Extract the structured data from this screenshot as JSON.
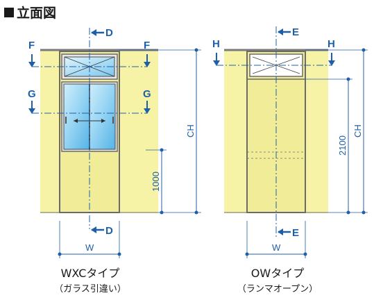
{
  "heading": "立面図",
  "colors": {
    "wall": "#f6f3a6",
    "door": "#f0ec98",
    "glass": "#7cc7ee",
    "glass_light": "#cfeefc",
    "frame": "#707070",
    "dimension": "#1f5fa8",
    "ceiling": "#8a8a8a"
  },
  "left_unit": {
    "name": "WXCタイプ",
    "subtitle": "（ガラス引違い）",
    "labels": {
      "top_center": "D",
      "bottom_center": "D",
      "left_upper": "F",
      "right_upper": "F",
      "left_lower": "G",
      "right_lower": "G",
      "height_total": "CH",
      "height_lower": "1000",
      "width": "W"
    }
  },
  "right_unit": {
    "name": "OWタイプ",
    "subtitle": "（ランマオープン）",
    "labels": {
      "top_center": "E",
      "bottom_center": "E",
      "left_upper": "H",
      "right_upper": "H",
      "height_total": "CH",
      "height_lower": "2100",
      "width": "W"
    }
  }
}
